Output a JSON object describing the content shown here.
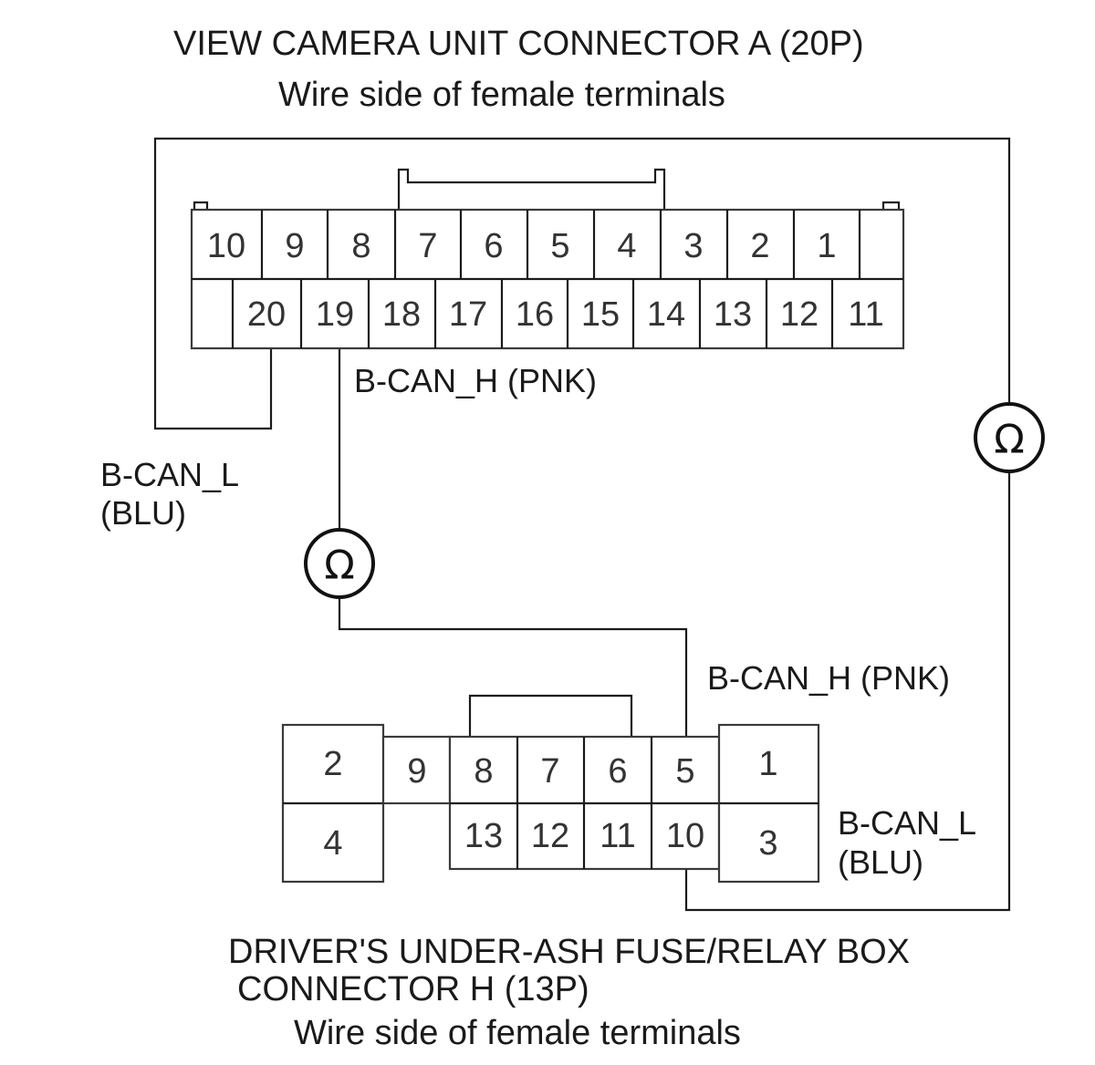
{
  "connector_a": {
    "title": "VIEW CAMERA UNIT CONNECTOR A (20P)",
    "subtitle": "Wire side of female terminals",
    "top_row": [
      "10",
      "9",
      "8",
      "7",
      "6",
      "5",
      "4",
      "3",
      "2",
      "1"
    ],
    "bottom_row": [
      "20",
      "19",
      "18",
      "17",
      "16",
      "15",
      "14",
      "13",
      "12",
      "11"
    ]
  },
  "connector_h": {
    "title_line1": "DRIVER'S UNDER-ASH FUSE/RELAY BOX",
    "title_line2": "CONNECTOR H (13P)",
    "subtitle": "Wire side of female terminals",
    "pins": {
      "p2": "2",
      "p4": "4",
      "p9": "9",
      "p8": "8",
      "p7": "7",
      "p6": "6",
      "p5": "5",
      "p13": "13",
      "p12": "12",
      "p11": "11",
      "p10": "10",
      "p1": "1",
      "p3": "3"
    }
  },
  "wires": {
    "can_h_top": "B-CAN_H (PNK)",
    "can_l_left_line1": "B-CAN_L",
    "can_l_left_line2": "(BLU)",
    "can_h_bottom": "B-CAN_H (PNK)",
    "can_l_right_line1": "B-CAN_L",
    "can_l_right_line2": "(BLU)"
  },
  "meters": {
    "left_symbol": "Ω",
    "right_symbol": "Ω"
  }
}
